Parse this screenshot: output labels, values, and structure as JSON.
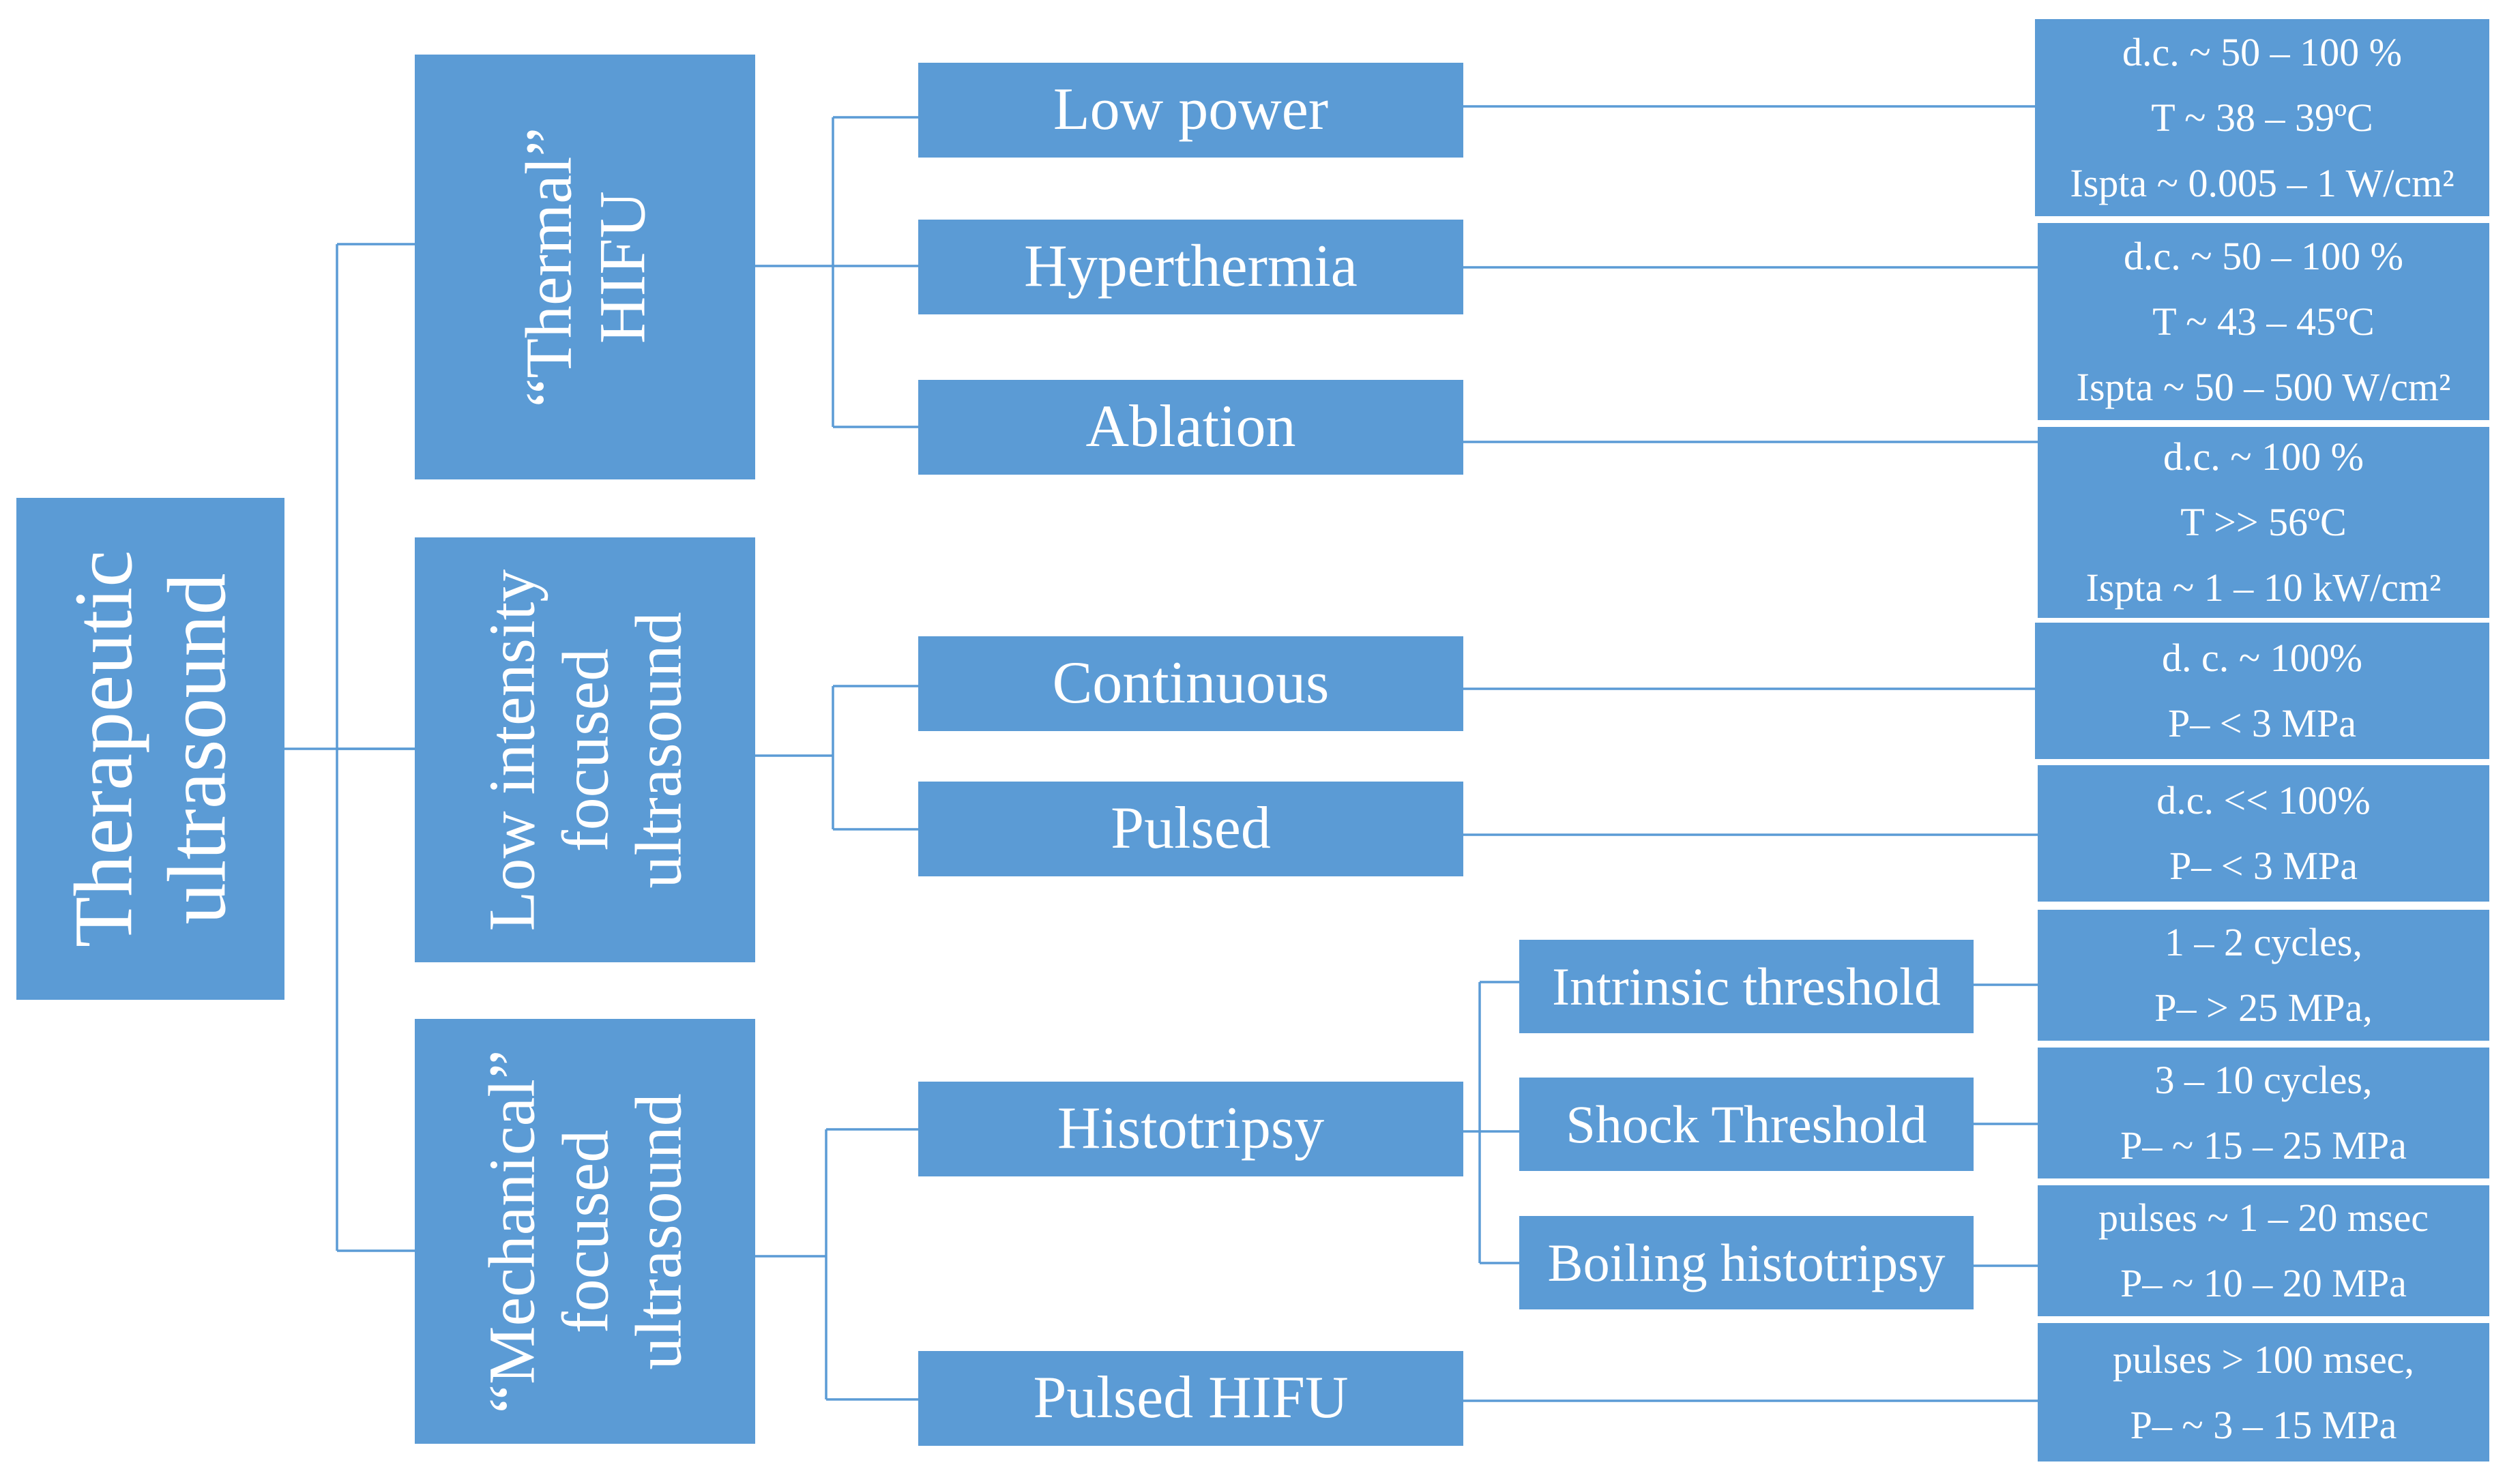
{
  "root": {
    "label_lines": [
      "Therapeutic",
      "ultrasound"
    ]
  },
  "categories": {
    "thermal": {
      "label_lines": [
        "“Thermal”",
        "HIFU"
      ]
    },
    "low_intensity": {
      "label_lines": [
        "Low intensity",
        "focused",
        "ultrasound"
      ]
    },
    "mechanical": {
      "label_lines": [
        "“Mechanical”",
        "focused",
        "ultrasound"
      ]
    }
  },
  "methods": {
    "low_power": "Low power",
    "hyperthermia": "Hyperthermia",
    "ablation": "Ablation",
    "continuous": "Continuous",
    "pulsed": "Pulsed",
    "histotripsy": "Histotripsy",
    "pulsed_hifu": "Pulsed HIFU"
  },
  "sub_methods": {
    "intrinsic": "Intrinsic threshold",
    "shock": "Shock Threshold",
    "boiling": "Boiling histotripsy"
  },
  "params": {
    "low_power": [
      "d.c. ~ 50 – 100 %",
      "T ~ 38 – 39ºC",
      "Ispta ~ 0.005 – 1 W/cm²"
    ],
    "hyperthermia": [
      "d.c. ~ 50 – 100 %",
      "T ~ 43 – 45ºC",
      "Ispta ~ 50 – 500 W/cm²"
    ],
    "ablation": [
      "d.c. ~ 100 %",
      "T >> 56ºC",
      "Ispta ~ 1 – 10 kW/cm²"
    ],
    "continuous": [
      "d. c. ~ 100%",
      "P– < 3 MPa"
    ],
    "pulsed": [
      "d.c. << 100%",
      "P– < 3 MPa"
    ],
    "intrinsic": [
      "1 – 2 cycles,",
      "P– > 25 MPa,"
    ],
    "shock": [
      "3 – 10 cycles,",
      "P– ~ 15 – 25 MPa"
    ],
    "boiling": [
      "pulses ~ 1 – 20 msec",
      "P– ~ 10 – 20 MPa"
    ],
    "pulsed_hifu": [
      "pulses > 100 msec,",
      "P– ~ 3 – 15 MPa"
    ]
  }
}
